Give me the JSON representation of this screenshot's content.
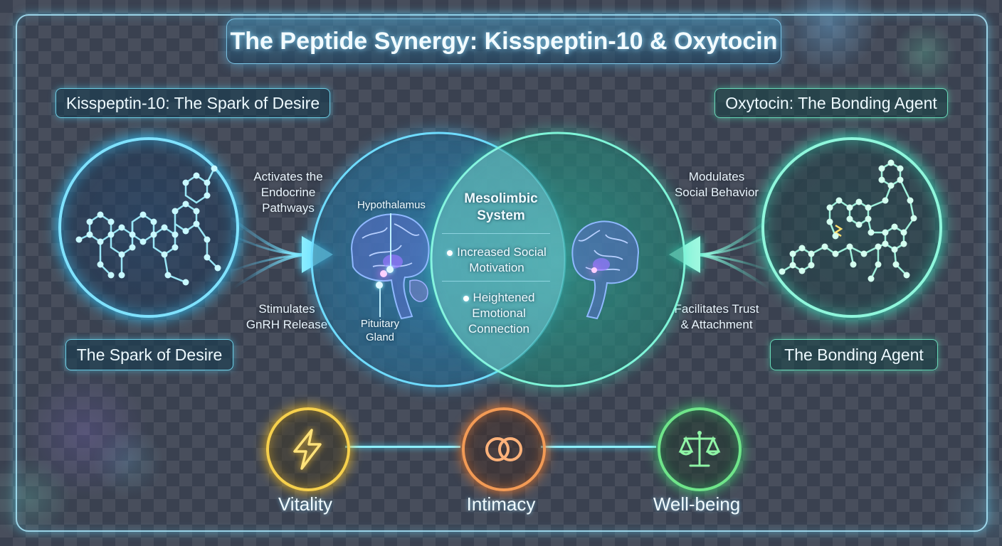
{
  "title": "The Peptide Synergy: Kisspeptin-10 & Oxytocin",
  "left_panel": {
    "header": "Kisspeptin-10: The Spark of Desire",
    "molecule_icon": "molecule-structure-icon",
    "caption": "The Spark of Desire",
    "arrow_top_text": "Activates the Endocrine Pathways",
    "arrow_bottom_text": "Stimulates GnRH Release"
  },
  "right_panel": {
    "header": "Oxytocin: The Bonding Agent",
    "molecule_icon": "molecule-structure-icon",
    "caption": "The Bonding Agent",
    "arrow_top_text": "Modulates Social Behavior",
    "arrow_bottom_text": "Facilitates Trust & Attachment"
  },
  "center": {
    "left_brain_labels": {
      "top": "Hypothalamus",
      "bottom": "Pituitary Gland"
    },
    "overlap_title": "Mesolimbic System",
    "overlap_bullets": [
      "Increased Social Motivation",
      "Heightened Emotional Connection"
    ]
  },
  "outcomes": [
    {
      "label": "Vitality",
      "icon": "lightning-bolt-icon",
      "color": "#f6d04c"
    },
    {
      "label": "Intimacy",
      "icon": "interlocking-rings-icon",
      "color": "#f29a55"
    },
    {
      "label": "Well-being",
      "icon": "balance-scale-icon",
      "color": "#6fe58a"
    }
  ],
  "colors": {
    "kisspeptin_accent": "#7fe2ff",
    "oxytocin_accent": "#8ff7dc",
    "frame": "#aaebff"
  }
}
